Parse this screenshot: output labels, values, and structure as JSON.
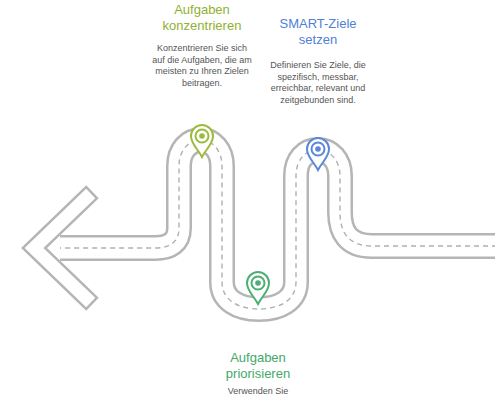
{
  "diagram": {
    "labels": [
      "Aufgaben konzentrieren",
      "Konzentrieren Sie sich auf die Aufgaben, die am meisten zu Ihren Zielen beitragen.",
      "SMART-Ziele setzen",
      "Definieren Sie Ziele, die spezifisch, messbar, erreichbar, relevant und zeitgebunden sind.",
      "Aufgaben priorisieren",
      "Verwenden Sie"
    ]
  }
}
